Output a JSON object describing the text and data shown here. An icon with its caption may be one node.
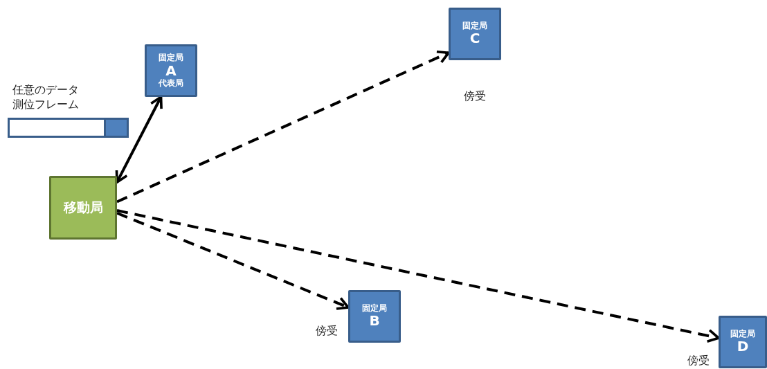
{
  "diagram": {
    "nodes": [
      {
        "text": [
          "固定局",
          "C"
        ],
        "beside": [
          "傍受"
        ]
      },
      {
        "text": [
          "固定局",
          "A",
          "代表局"
        ]
      },
      {
        "text": [
          "任意のデータ測位フレーム"
        ]
      },
      {
        "text": [
          "移動局"
        ]
      },
      {
        "text": [
          "固定局",
          "B"
        ],
        "beside": [
          "傍受"
        ]
      },
      {
        "text": [
          "固定局",
          "D"
        ],
        "beside": [
          "傍受"
        ]
      }
    ],
    "edges": [
      {
        "from": 3,
        "to": 1,
        "arrow": "both"
      },
      {
        "from": 3,
        "to": 0,
        "arrow": "to",
        "style": "dashed"
      },
      {
        "from": 3,
        "to": 4,
        "arrow": "to",
        "style": "dashed"
      },
      {
        "from": 3,
        "to": 5,
        "arrow": "to",
        "style": "dashed"
      }
    ]
  }
}
